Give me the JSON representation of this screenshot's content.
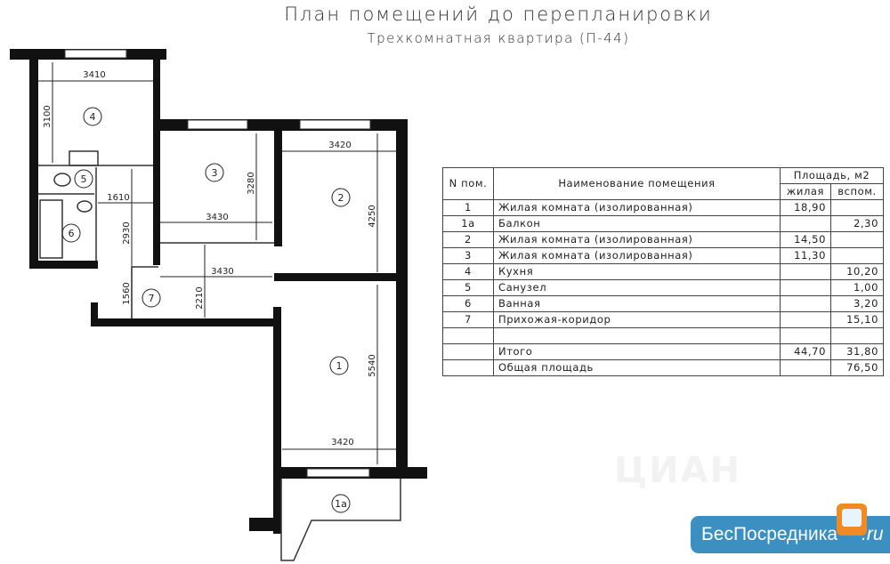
{
  "header": {
    "title": "План помещений до перепланировки",
    "subtitle": "Трехкомнатная квартира (П-44)"
  },
  "plan": {
    "room_labels": [
      "1",
      "1а",
      "2",
      "3",
      "4",
      "5",
      "6",
      "7"
    ],
    "dimensions": {
      "kitchen_width": "3410",
      "kitchen_depth": "3100",
      "bath_hall_width": "1610",
      "hall_length": "2930",
      "hall_end": "1560",
      "room3_width": "3430",
      "room3_depth": "3280",
      "corridor_width": "3430",
      "corridor_depth": "2210",
      "room2_width": "3420",
      "room2_depth": "4250",
      "room1_width": "3420",
      "room1_depth": "5540"
    }
  },
  "table": {
    "headers": {
      "num": "N пом.",
      "name": "Наименование помещения",
      "area": "Площадь,  м2",
      "living": "жилая",
      "aux": "вспом."
    },
    "rows": [
      {
        "num": "1",
        "name": "Жилая комната (изолированная)",
        "living": "18,90",
        "aux": ""
      },
      {
        "num": "1а",
        "name": "Балкон",
        "living": "",
        "aux": "2,30"
      },
      {
        "num": "2",
        "name": "Жилая комната (изолированная)",
        "living": "14,50",
        "aux": ""
      },
      {
        "num": "3",
        "name": "Жилая комната (изолированная)",
        "living": "11,30",
        "aux": ""
      },
      {
        "num": "4",
        "name": "Кухня",
        "living": "",
        "aux": "10,20"
      },
      {
        "num": "5",
        "name": "Санузел",
        "living": "",
        "aux": "1,00"
      },
      {
        "num": "6",
        "name": "Ванная",
        "living": "",
        "aux": "3,20"
      },
      {
        "num": "7",
        "name": "Прихожая-коридор",
        "living": "",
        "aux": "15,10"
      }
    ],
    "total": {
      "label": "Итого",
      "living": "44,70",
      "aux": "31,80"
    },
    "overall": {
      "label": "Общая площадь",
      "aux": "76,50"
    }
  },
  "watermark": "ЦИАН",
  "logo": {
    "text": "БесПосредника",
    "suffix": ".ru",
    "color": "#3b8fc1"
  }
}
